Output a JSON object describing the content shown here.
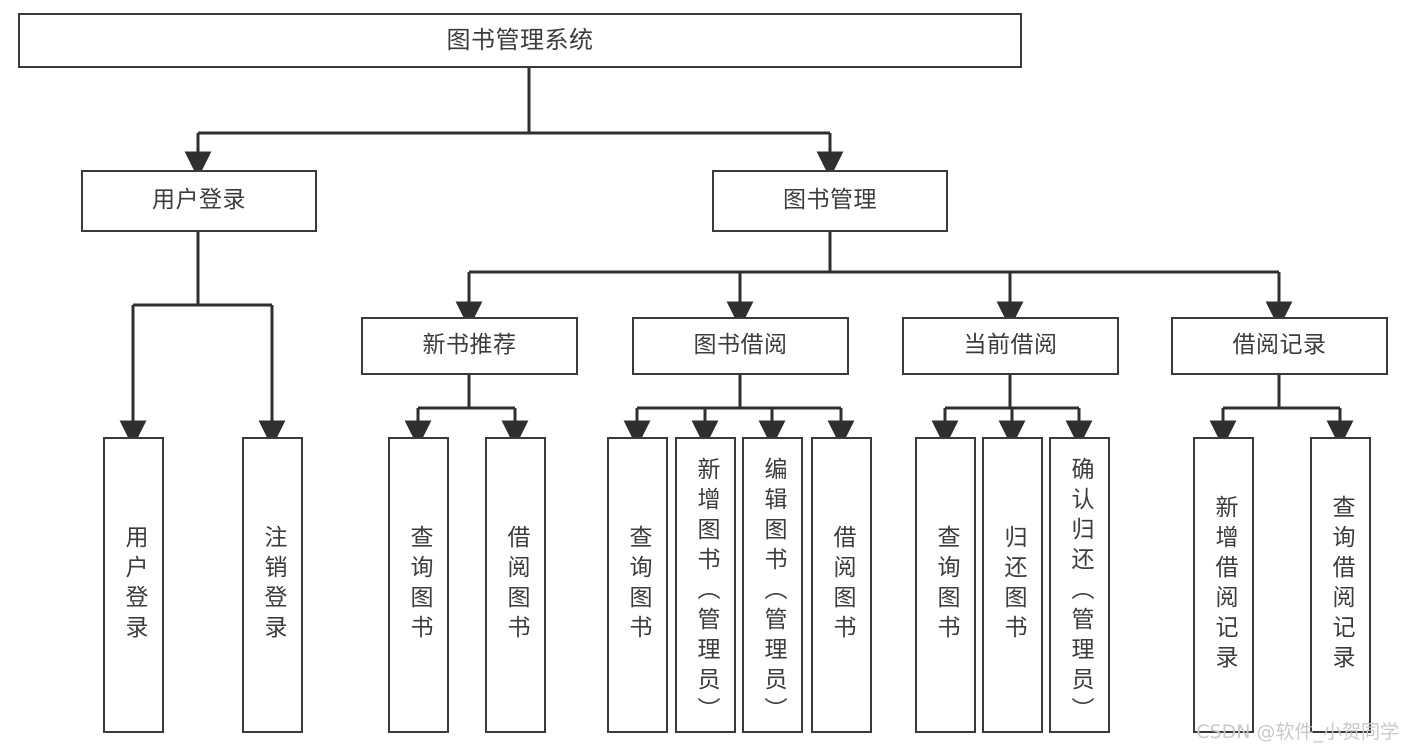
{
  "diagram": {
    "title": "图书管理系统",
    "watermark": "CSDN @软件_小贺同学",
    "colors": {
      "box_border": "#3a3a3a",
      "text": "#3c3c3c",
      "connector": "#2f2f2f",
      "background": "#ffffff",
      "watermark": "#c9c9c9"
    },
    "nodes": {
      "root": {
        "label": "图书管理系统"
      },
      "level2": [
        {
          "label": "用户登录"
        },
        {
          "label": "图书管理"
        }
      ],
      "level3": [
        {
          "label": "新书推荐"
        },
        {
          "label": "图书借阅"
        },
        {
          "label": "当前借阅"
        },
        {
          "label": "借阅记录"
        }
      ],
      "leaves": {
        "user_login": [
          {
            "label": "用户登录"
          },
          {
            "label": "注销登录"
          }
        ],
        "new_book": [
          {
            "label": "查询图书"
          },
          {
            "label": "借阅图书"
          }
        ],
        "borrow": [
          {
            "label": "查询图书"
          },
          {
            "label": "新增图书（管理员）"
          },
          {
            "label": "编辑图书（管理员）"
          },
          {
            "label": "借阅图书"
          }
        ],
        "current": [
          {
            "label": "查询图书"
          },
          {
            "label": "归还图书"
          },
          {
            "label": "确认归还（管理员）"
          }
        ],
        "records": [
          {
            "label": "新增借阅记录"
          },
          {
            "label": "查询借阅记录"
          }
        ]
      }
    }
  }
}
